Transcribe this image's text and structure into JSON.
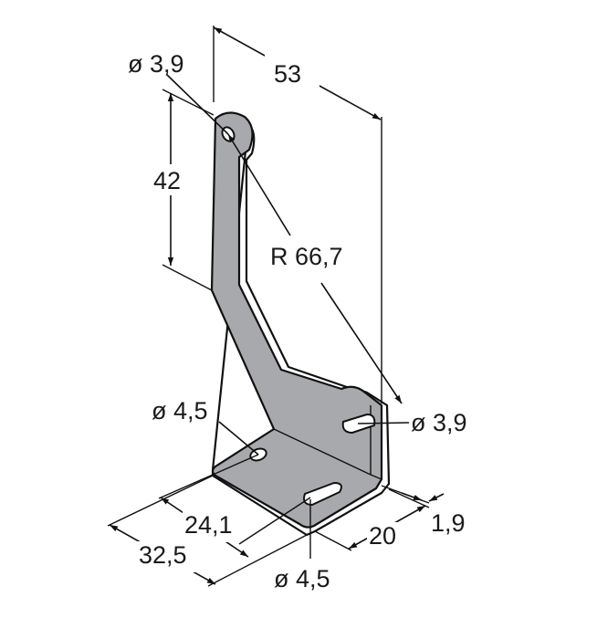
{
  "drawing": {
    "dimensions": {
      "width_total": "53",
      "height_upper": "42",
      "radius": "R 66,7",
      "hole_top": "ø 3,9",
      "hole_right": "ø 3,9",
      "hole_left": "ø 4,5",
      "hole_bottom": "ø 4,5",
      "dist_holes": "24,1",
      "base_width": "32,5",
      "base_depth": "20",
      "thickness": "1,9"
    },
    "colors": {
      "part": "#a7a9ac",
      "lines": "#111111",
      "background": "#ffffff"
    }
  }
}
